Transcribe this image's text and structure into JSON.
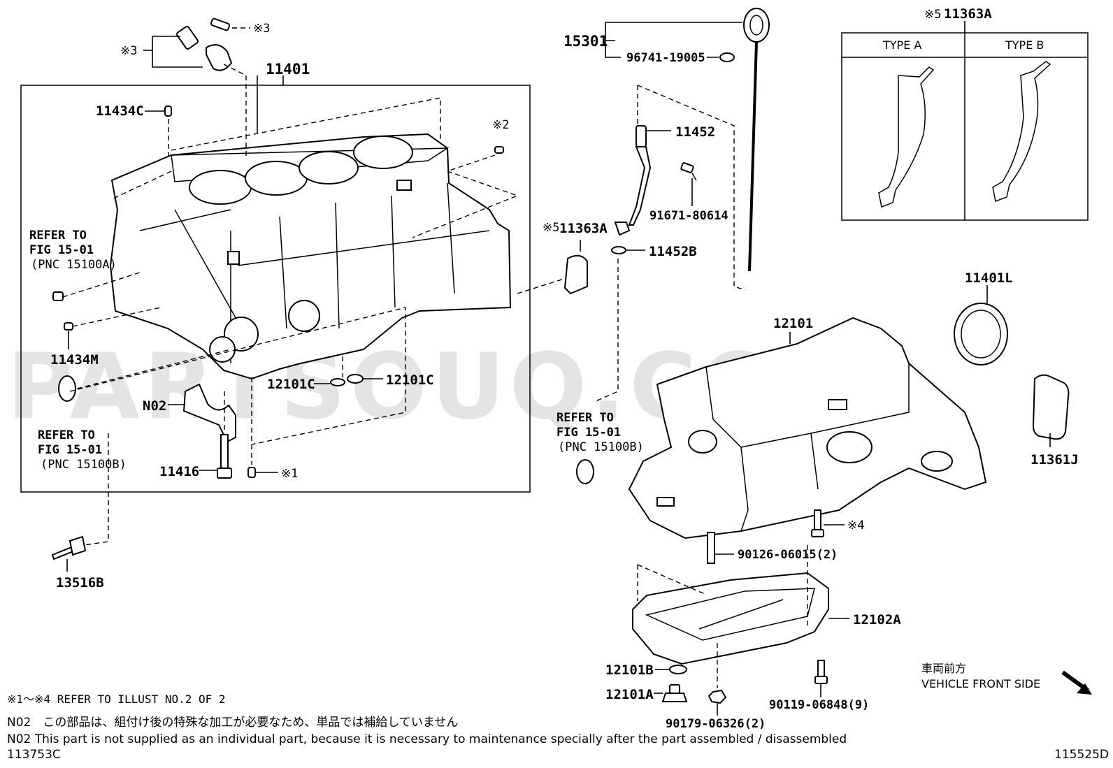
{
  "watermark": "PARTSOUQ.COM",
  "labels": {
    "p11401": "11401",
    "p11434c": "11434C",
    "p11434m": "11434M",
    "n02": "N02",
    "p11416": "11416",
    "p13516b": "13516B",
    "p12101c_a": "12101C",
    "p12101c_b": "12101C",
    "p15301": "15301",
    "p96741": "96741-19005",
    "p11452": "11452",
    "p91671": "91671-80614",
    "p11363a": "11363A",
    "p11452b": "11452B",
    "p11363a_top": "11363A",
    "p11401l": "11401L",
    "p12101": "12101",
    "p11361j": "11361J",
    "p90126": "90126-06015(2)",
    "p12102a": "12102A",
    "p12101b": "12101B",
    "p12101a": "12101A",
    "p90179": "90179-06326(2)",
    "p90119": "90119-06848(9)"
  },
  "marks": {
    "m1": "※1",
    "m2": "※2",
    "m3a": "※3",
    "m3b": "※3",
    "m4": "※4",
    "m5a": "※5",
    "m5b": "※5"
  },
  "refer": {
    "r1": {
      "line1": "REFER TO",
      "line2": "FIG 15-01",
      "line3": "(PNC 15100A)"
    },
    "r2": {
      "line1": "REFER TO",
      "line2": "FIG 15-01",
      "line3": "(PNC 15100B)"
    },
    "r3": {
      "line1": "REFER TO",
      "line2": "FIG 15-01",
      "line3": "(PNC 15100B)"
    }
  },
  "types": {
    "a": "TYPE A",
    "b": "TYPE B"
  },
  "direction": {
    "jp": "車両前方",
    "en": "VEHICLE FRONT SIDE"
  },
  "notes": {
    "illust": "※1～※4 REFER TO ILLUST NO.2 OF 2",
    "n02_jp": "N02　この部品は、組付け後の特殊な加工が必要なため、単品では補給していません",
    "n02_en": "N02  This part is not supplied as an individual part, because it is necessary to maintenance specially after the part assembled / disassembled"
  },
  "codes": {
    "left": "113753C",
    "right": "115525D"
  }
}
